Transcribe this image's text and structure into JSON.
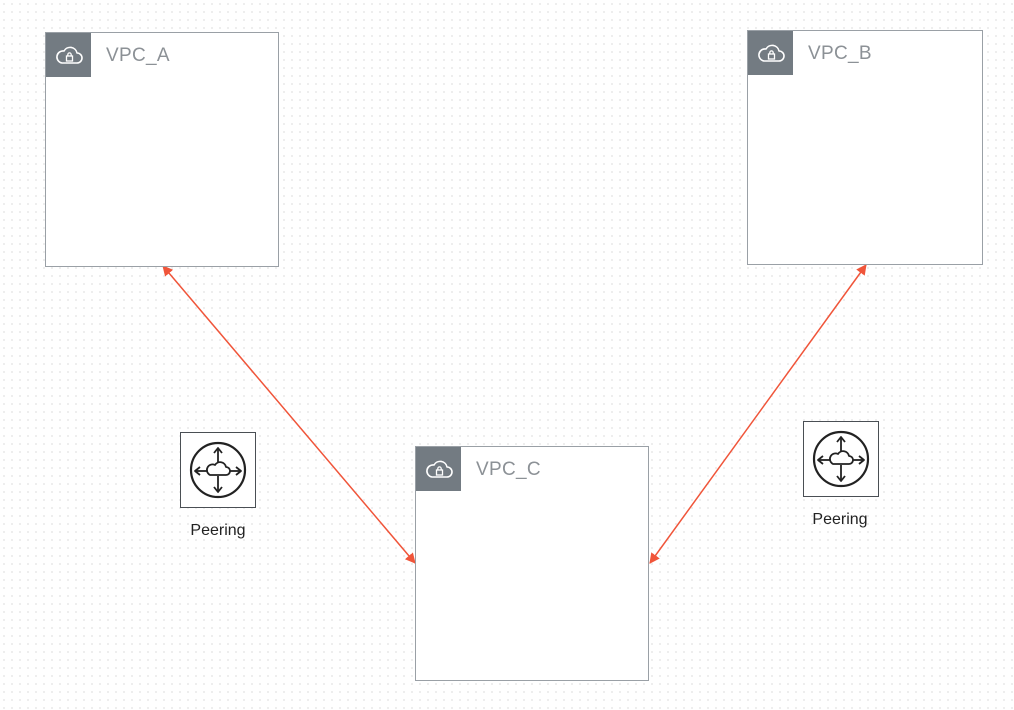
{
  "vpcs": [
    {
      "id": "vpc-a",
      "label": "VPC_A"
    },
    {
      "id": "vpc-b",
      "label": "VPC_B"
    },
    {
      "id": "vpc-c",
      "label": "VPC_C"
    }
  ],
  "peerings": [
    {
      "label": "Peering",
      "icon": "peering-icon"
    },
    {
      "label": "Peering",
      "icon": "peering-icon"
    }
  ],
  "connections": [
    {
      "from": "VPC_A",
      "to": "VPC_C",
      "color": "#f0553a",
      "arrows": "both"
    },
    {
      "from": "VPC_B",
      "to": "VPC_C",
      "color": "#f0553a",
      "arrows": "both"
    }
  ],
  "colors": {
    "vpc_badge": "#737b82",
    "vpc_border": "#9aa0a6",
    "vpc_label": "#8c9196",
    "connector": "#f0553a",
    "peering_icon": "#222222"
  },
  "icons": {
    "vpc": "cloud-lock-icon",
    "peering": "peering-icon"
  }
}
